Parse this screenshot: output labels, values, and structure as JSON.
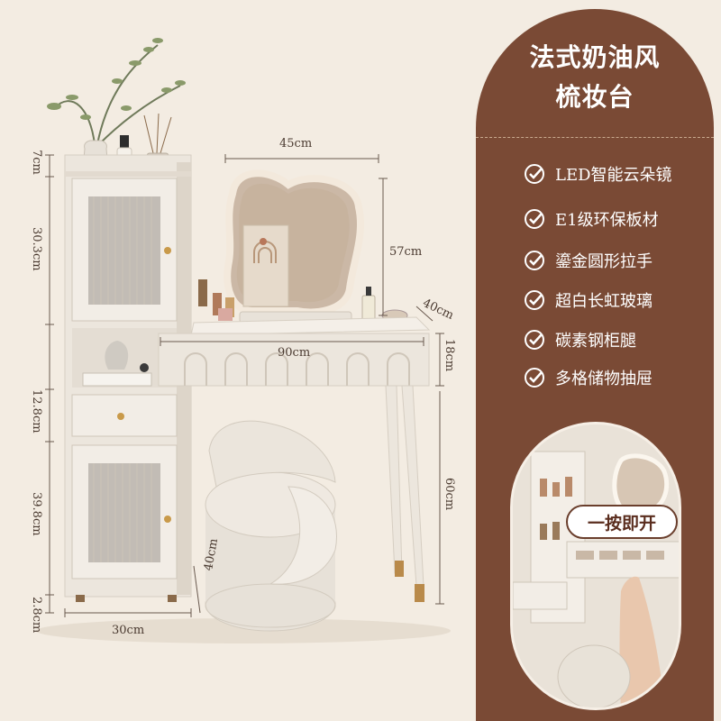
{
  "panel": {
    "title_line1": "法式奶油风",
    "title_line2": "梳妆台",
    "features": [
      "LED智能云朵镜",
      "E1级环保板材",
      "鎏金圆形拉手",
      "超白长虹玻璃",
      "碳素钢柜腿",
      "多格储物抽屉"
    ],
    "press_label": "一按即开"
  },
  "dimensions": {
    "cabinet_top_h": "7cm",
    "cabinet_upper_h": "30.3cm",
    "drawer_h": "12.8cm",
    "cabinet_lower_h": "39.8cm",
    "base_h": "2.8cm",
    "cabinet_w": "30cm",
    "mirror_w": "45cm",
    "mirror_h": "57cm",
    "table_depth": "40cm",
    "table_w": "90cm",
    "drawer_depth": "18cm",
    "leg_h": "60cm",
    "stool_h": "40cm"
  },
  "colors": {
    "background": "#f3ece2",
    "panel": "#7a4a35",
    "furniture": "#ece6dd",
    "gold": "#c99a4a"
  }
}
